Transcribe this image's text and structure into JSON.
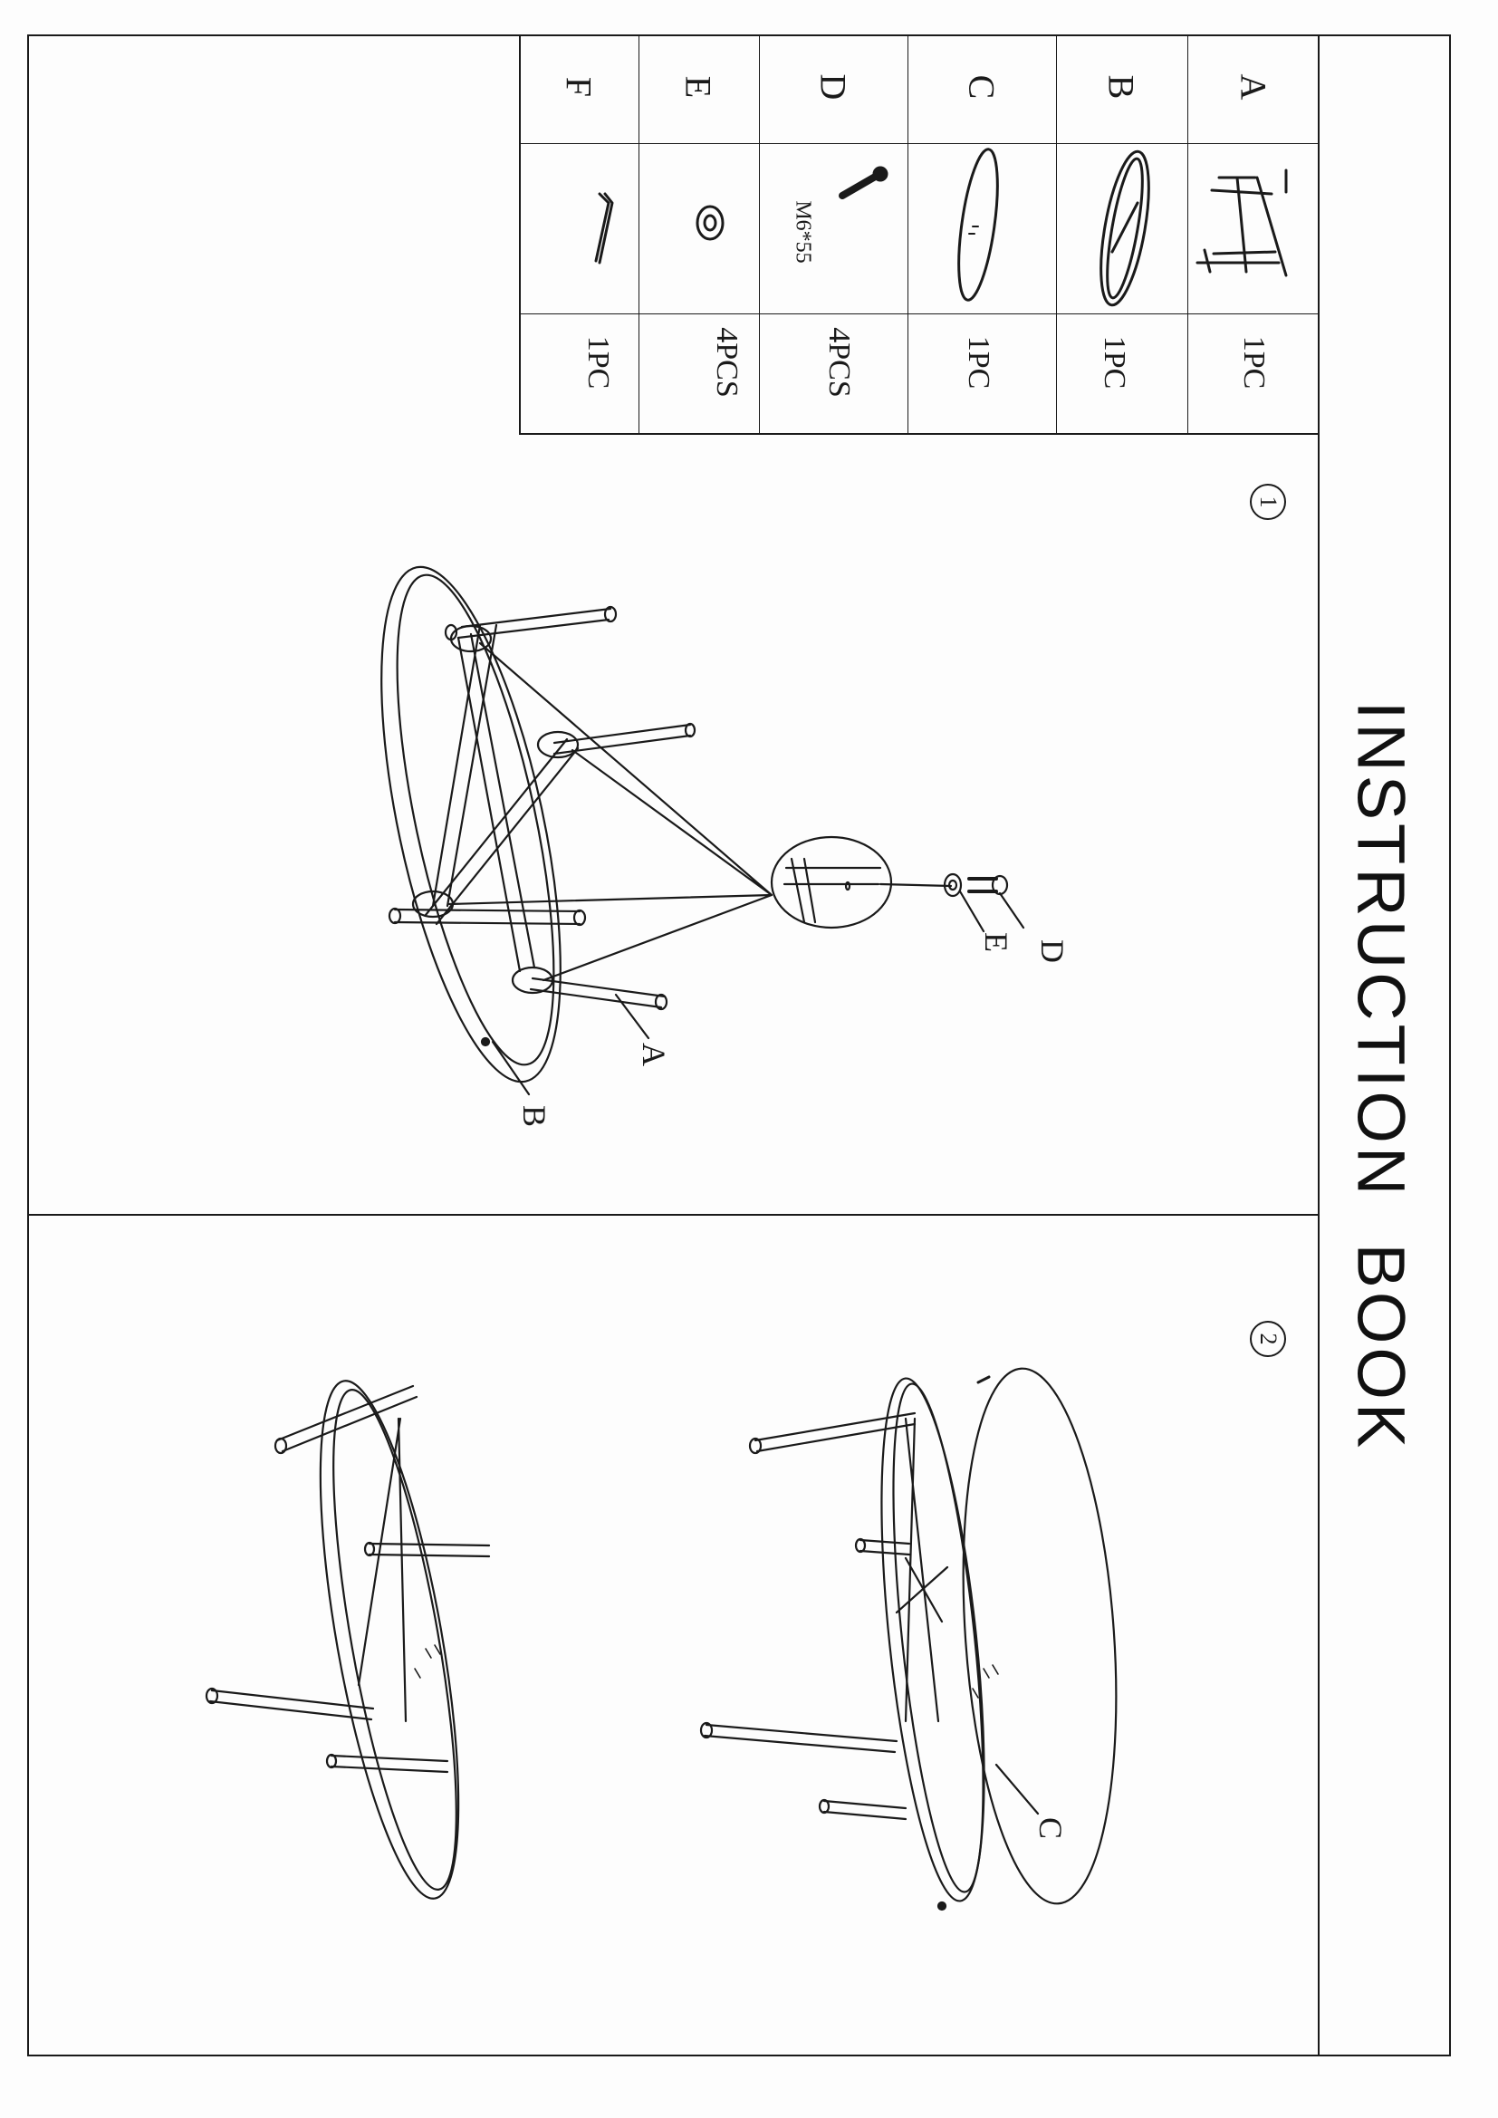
{
  "title": "INSTRUCTION  BOOK",
  "parts": [
    {
      "letter": "A",
      "qty": "1PC",
      "spec": ""
    },
    {
      "letter": "B",
      "qty": "1PC",
      "spec": ""
    },
    {
      "letter": "C",
      "qty": "1PC",
      "spec": ""
    },
    {
      "letter": "D",
      "qty": "4PCS",
      "spec": "M6*55"
    },
    {
      "letter": "E",
      "qty": "4PCS",
      "spec": ""
    },
    {
      "letter": "F",
      "qty": "1PC",
      "spec": ""
    }
  ],
  "steps": [
    {
      "number": "1",
      "callouts": {
        "a": "A",
        "b": "B",
        "d": "D",
        "e": "E"
      }
    },
    {
      "number": "2",
      "callouts": {
        "c": "C"
      }
    }
  ],
  "colors": {
    "ink": "#1a1a1a",
    "paper": "#fdfdfd"
  }
}
